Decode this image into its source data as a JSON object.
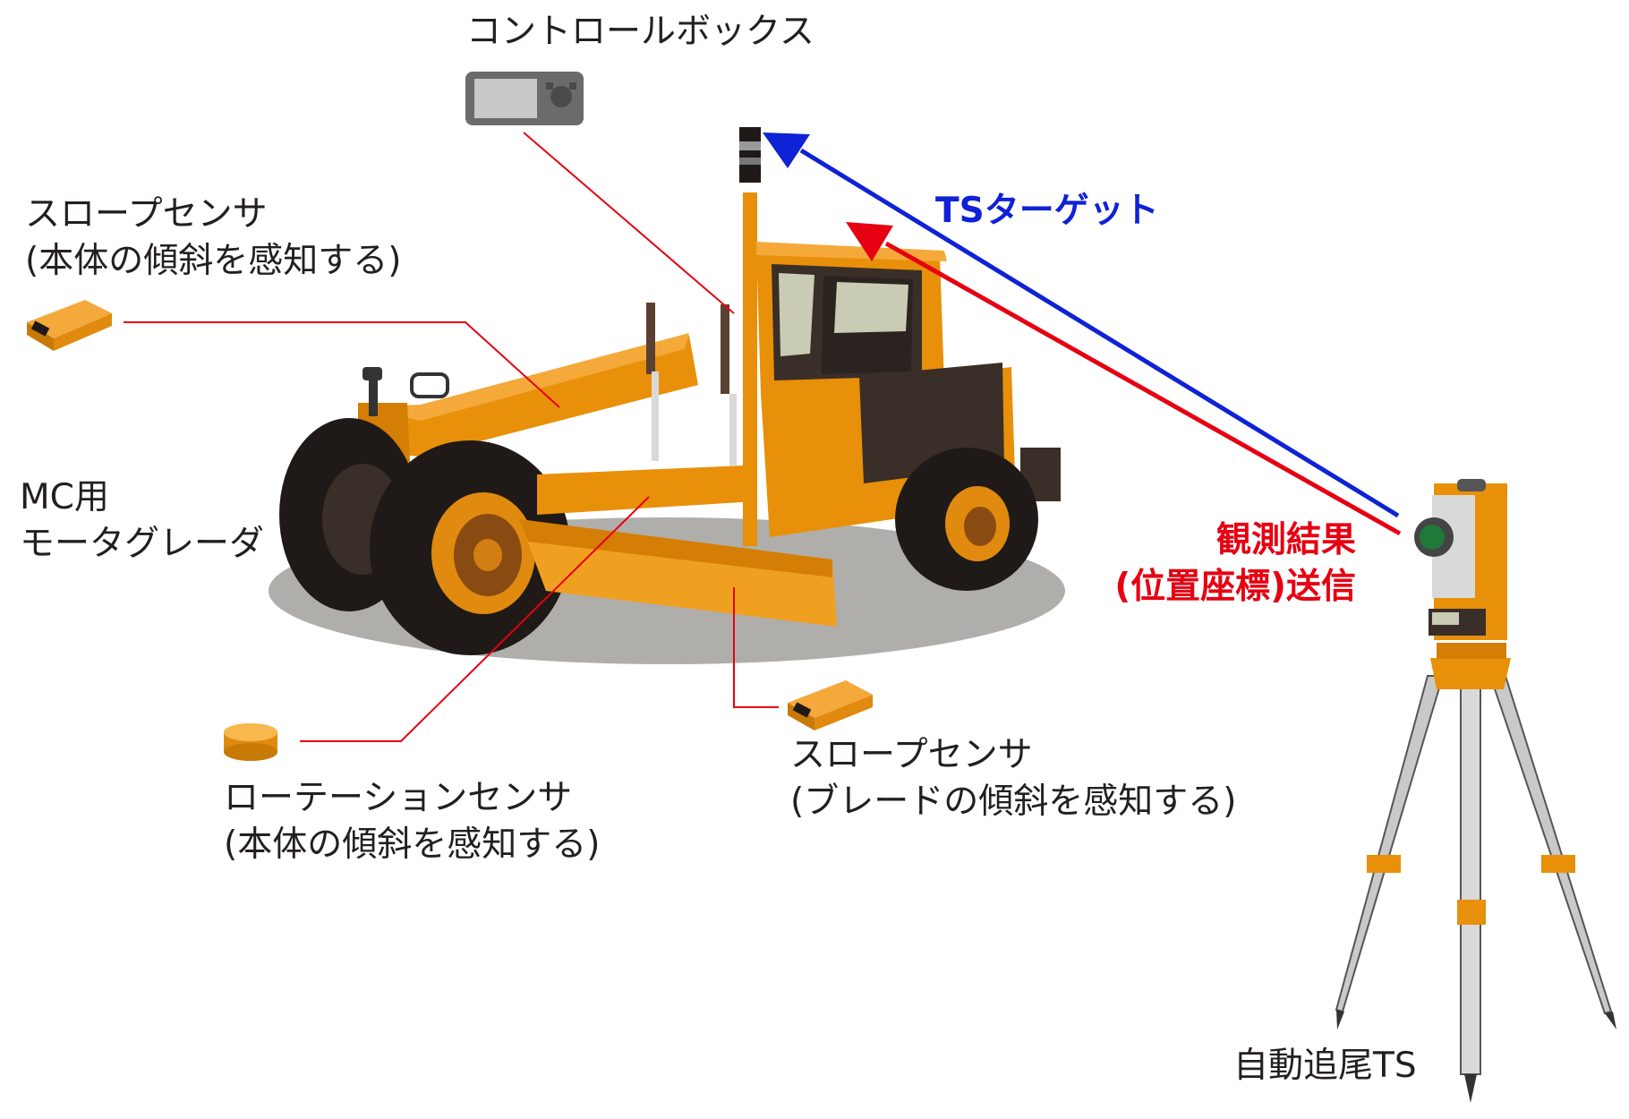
{
  "labels": {
    "control_box": "コントロールボックス",
    "slope_sensor_body_title": "スロープセンサ",
    "slope_sensor_body_desc": "(本体の傾斜を感知する)",
    "mc_grader_line1": "MC用",
    "mc_grader_line2": "モータグレーダ",
    "rotation_sensor_title": "ローテーションセンサ",
    "rotation_sensor_desc": "(本体の傾斜を感知する)",
    "slope_sensor_blade_title": "スロープセンサ",
    "slope_sensor_blade_desc": "(ブレードの傾斜を感知する)",
    "ts_target": "TSターゲット",
    "observation_line1": "観測結果",
    "observation_line2": "(位置座標)送信",
    "auto_tracking_ts": "自動追尾TS"
  },
  "colors": {
    "leader_line": "#e60012",
    "observation_arrow": "#e60012",
    "target_arrow": "#0f22d6",
    "machine_orange": "#e8900a",
    "sensor_orange": "#e3921a",
    "shadow": "#b0aeab"
  }
}
